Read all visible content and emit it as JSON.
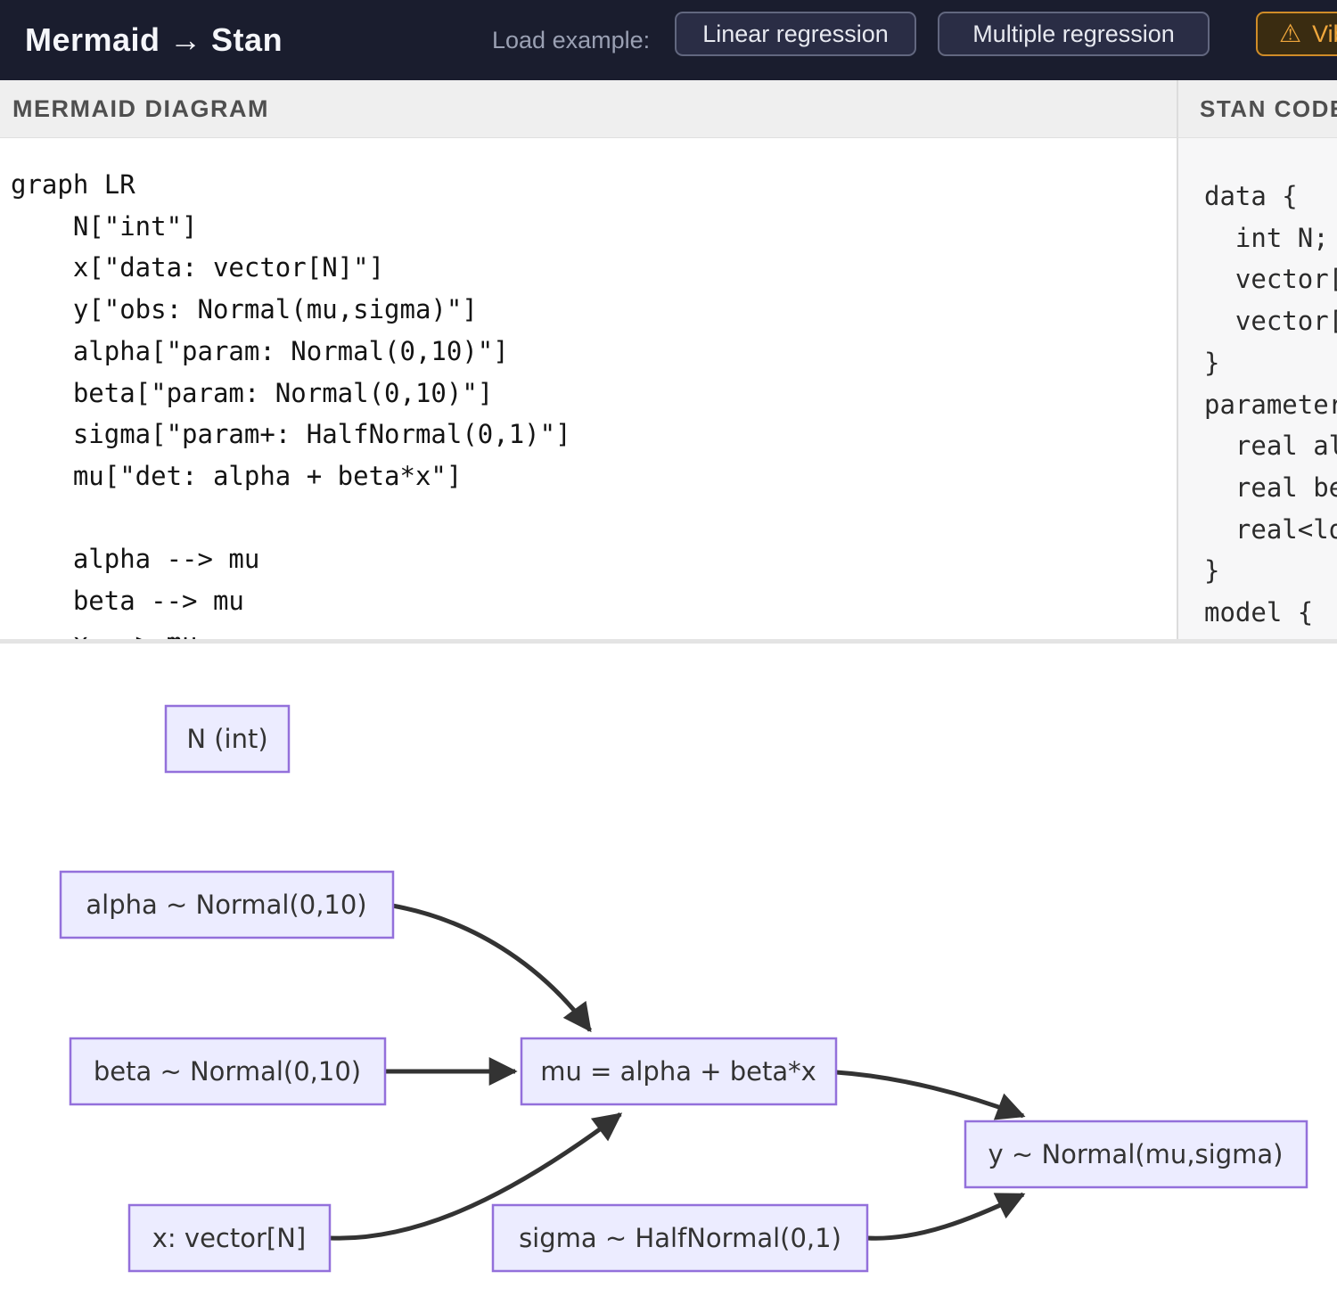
{
  "header": {
    "title": "Mermaid → Stan",
    "load_example_label": "Load example:",
    "examples": [
      {
        "label": "Linear regression"
      },
      {
        "label": "Multiple regression"
      }
    ],
    "vibe_button": {
      "icon": "⚠",
      "label": "Vib"
    }
  },
  "mermaid_panel": {
    "title": "MERMAID DIAGRAM",
    "code": "graph LR\n    N[\"int\"]\n    x[\"data: vector[N]\"]\n    y[\"obs: Normal(mu,sigma)\"]\n    alpha[\"param: Normal(0,10)\"]\n    beta[\"param: Normal(0,10)\"]\n    sigma[\"param+: HalfNormal(0,1)\"]\n    mu[\"det: alpha + beta*x\"]\n\n    alpha --> mu\n    beta --> mu\n    x --> mu"
  },
  "stan_panel": {
    "title": "STAN CODE",
    "code": "data {\n  int N;\n  vector[N] x;\n  vector[N] y;\n}\nparameters {\n  real alpha;\n  real beta;\n  real<lower=0> sigma;\n}\nmodel {"
  },
  "diagram": {
    "nodes": [
      {
        "id": "N",
        "label": "N (int)"
      },
      {
        "id": "alpha",
        "label": "alpha ~ Normal(0,10)"
      },
      {
        "id": "beta",
        "label": "beta ~ Normal(0,10)"
      },
      {
        "id": "mu",
        "label": "mu = alpha + beta*x"
      },
      {
        "id": "x",
        "label": "x: vector[N]"
      },
      {
        "id": "sigma",
        "label": "sigma ~ HalfNormal(0,1)"
      },
      {
        "id": "y",
        "label": "y ~ Normal(mu,sigma)"
      }
    ],
    "edges": [
      {
        "from": "alpha",
        "to": "mu"
      },
      {
        "from": "beta",
        "to": "mu"
      },
      {
        "from": "x",
        "to": "mu"
      },
      {
        "from": "mu",
        "to": "y"
      },
      {
        "from": "sigma",
        "to": "y"
      }
    ],
    "colors": {
      "node_fill": "#ECECFF",
      "node_border": "#9370DB",
      "edge": "#333333",
      "warning_accent": "#f0a73c"
    }
  }
}
